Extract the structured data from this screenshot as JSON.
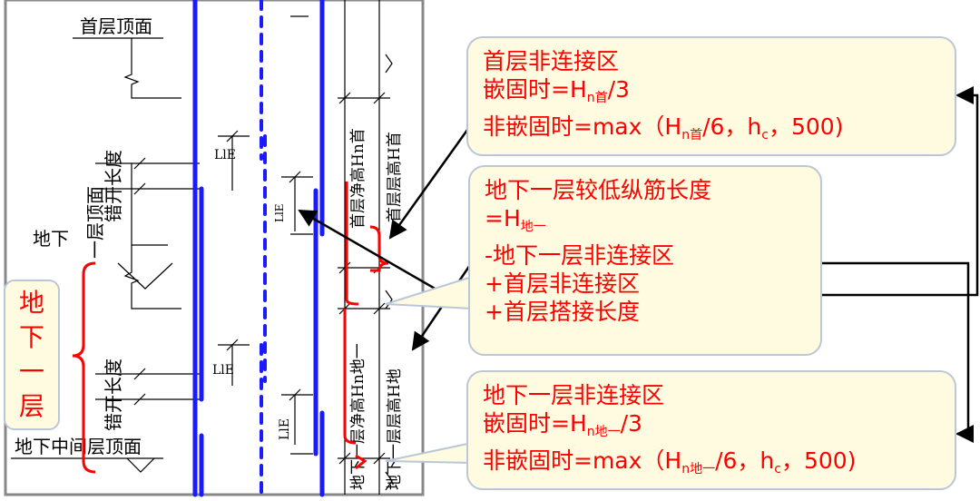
{
  "drawing": {
    "first_floor_top": "首层顶面",
    "basement_label_a": "地下",
    "basement_label_b": "一层顶面",
    "basement_mid_top": "地下中间层顶面",
    "stagger_upper": "错开长度",
    "stagger_lower": "错开长度",
    "lle_1": "LlE",
    "lle_2": "LlE",
    "lle_3": "LlE",
    "lle_4": "LlE",
    "first_clear_height": "首层净高Hn首",
    "first_floor_height": "首层层高H首",
    "basement_clear_height": "地下一层净高Hn地一",
    "basement_floor_height": "地下一层层高H地"
  },
  "side_label": [
    "地",
    "下",
    "一",
    "层"
  ],
  "panel_first": {
    "title": "首层非连接区",
    "embedded_prefix": "嵌固时=H",
    "embedded_sub": "n首",
    "embedded_suffix": "/3",
    "nonembedded_prefix": "非嵌固时=max（H",
    "nonembedded_sub": "n首",
    "nonembedded_mid": "/6，h",
    "nonembedded_sub2": "c",
    "nonembedded_suffix": "，500)"
  },
  "panel_length": {
    "title": "地下一层较低纵筋长度",
    "formula_prefix": "=H",
    "formula_sub": "地一",
    "line3": "-地下一层非连接区",
    "line4": "+首层非连接区",
    "line5": "+首层搭接长度"
  },
  "panel_basement": {
    "title": "地下一层非连接区",
    "embedded_prefix": "嵌固时=H",
    "embedded_sub": "n地一",
    "embedded_suffix": "/3",
    "nonembedded_prefix": "非嵌固时=max（H",
    "nonembedded_sub": "n地一",
    "nonembedded_mid": "/6，h",
    "nonembedded_sub2": "c",
    "nonembedded_suffix": "，500)"
  },
  "colors": {
    "rebar": "#1a1aff",
    "annotation": "#ff0000",
    "panel_bg": "#fffbe0",
    "panel_border": "#b9c7d6"
  }
}
